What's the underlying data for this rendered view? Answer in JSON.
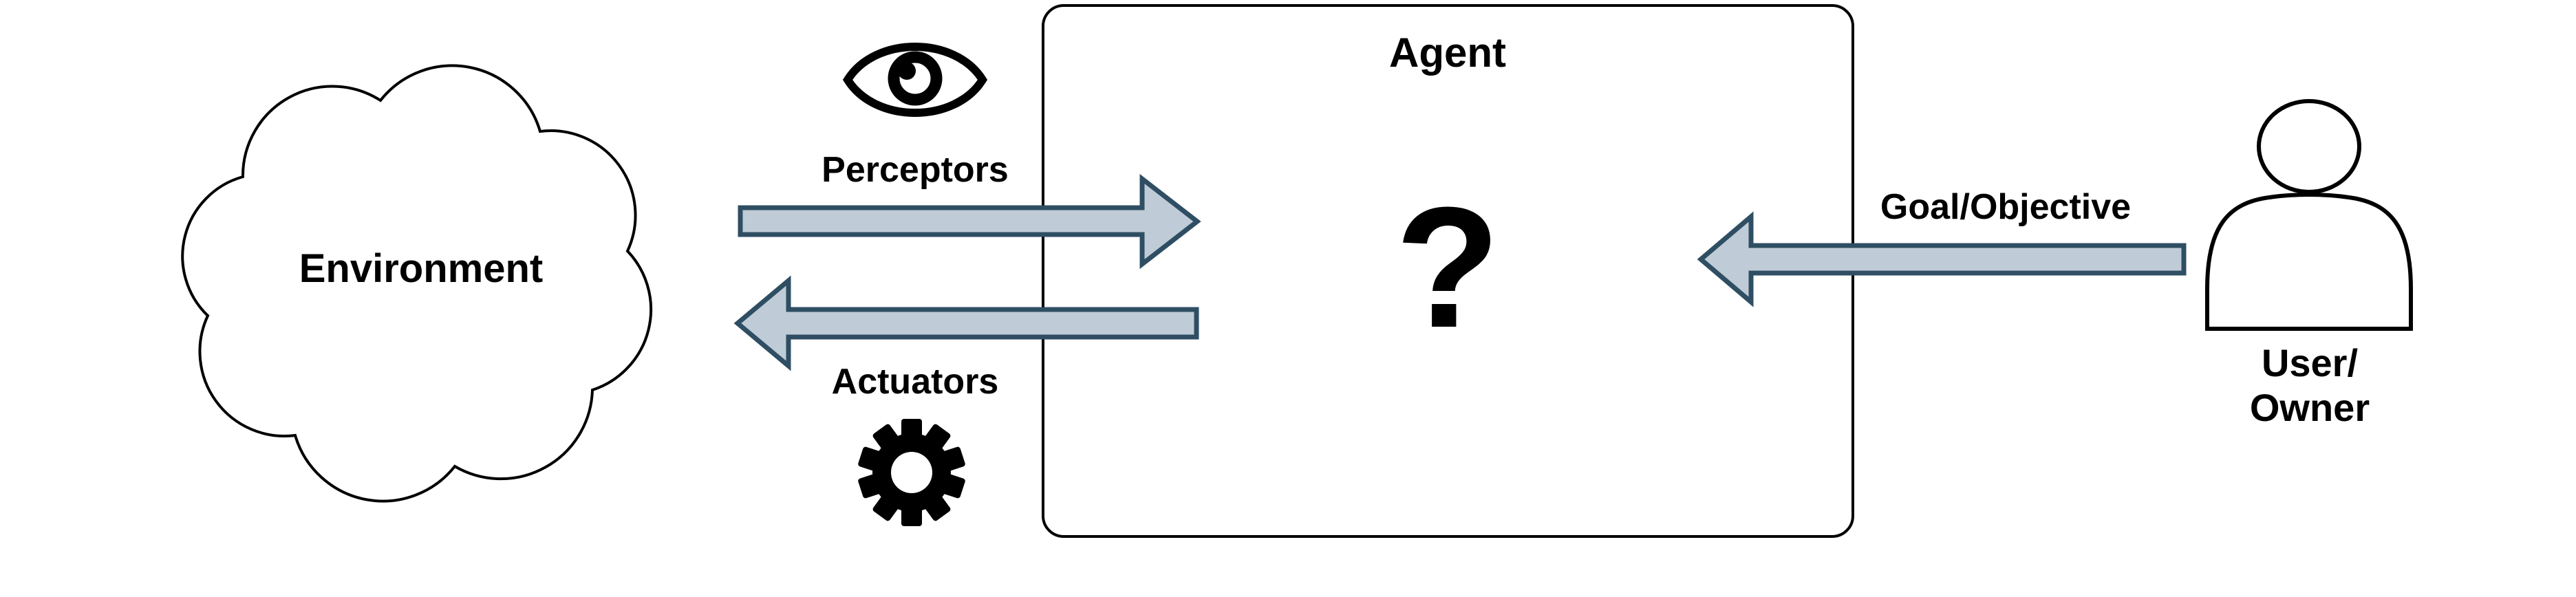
{
  "diagram": {
    "environment": {
      "label": "Environment"
    },
    "agent": {
      "label": "Agent",
      "content": "?"
    },
    "user": {
      "label_line1": "User/",
      "label_line2": "Owner"
    },
    "flows": {
      "perceptors": {
        "label": "Perceptors",
        "direction": "environment-to-agent"
      },
      "actuators": {
        "label": "Actuators",
        "direction": "agent-to-environment"
      },
      "goal": {
        "label": "Goal/Objective",
        "direction": "user-to-agent"
      }
    },
    "icons": {
      "perceptors_icon": "eye-icon",
      "actuators_icon": "gear-icon",
      "user_icon": "person-icon"
    },
    "colors": {
      "background": "#ffffff",
      "outline": "#000000",
      "arrow_fill": "#bfccd7",
      "arrow_stroke": "#2f4e63",
      "text": "#000000"
    }
  }
}
